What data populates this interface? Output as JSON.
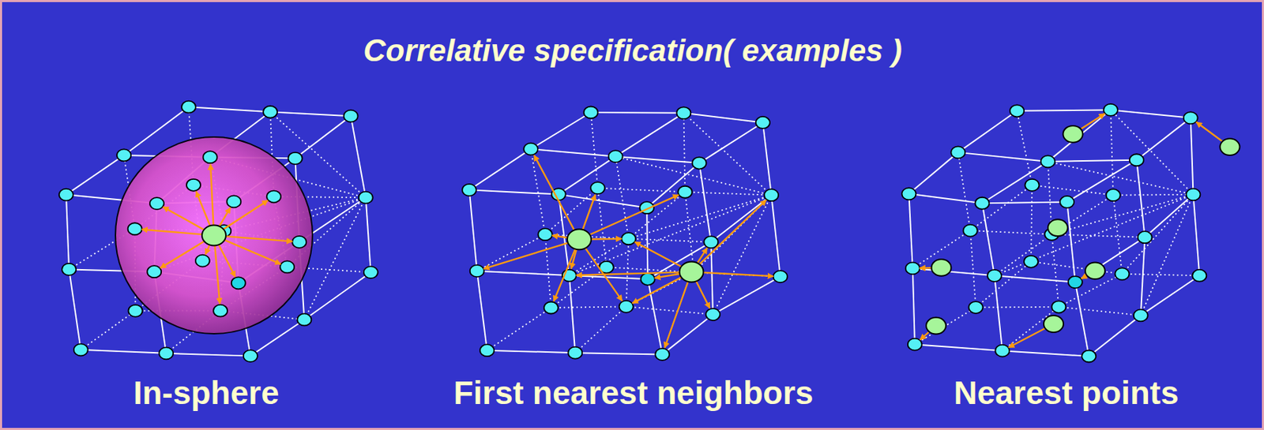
{
  "diagram": {
    "title": "Correlative specification( examples )",
    "labels": [
      "In-sphere",
      "First nearest neighbors",
      "Nearest points"
    ]
  }
}
